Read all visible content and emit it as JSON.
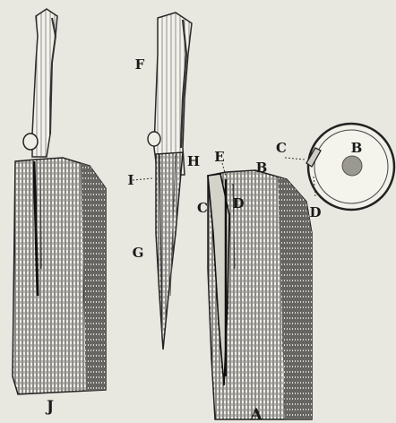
{
  "figure": {
    "labels": {
      "J": "J",
      "F": "F",
      "H": "H",
      "I": "I",
      "G": "G",
      "E": "E",
      "B_stock": "B",
      "C_stock": "C",
      "D_stock": "D",
      "A": "A",
      "C_ring": "C",
      "B_ring": "B",
      "D_ring": "D"
    }
  }
}
